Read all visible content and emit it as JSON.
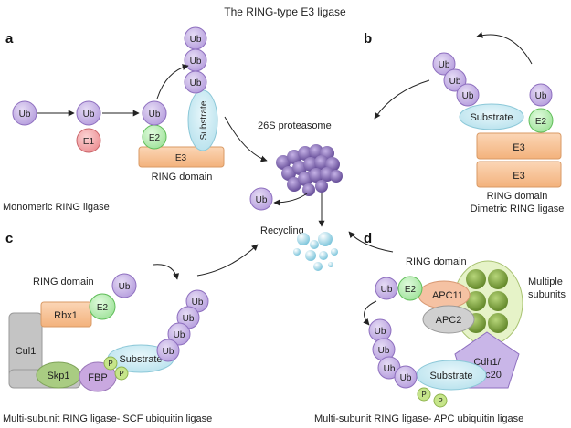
{
  "title": "The RING-type E3 ligase",
  "panels": {
    "a": {
      "letter": "a",
      "caption": "Monomeric RING ligase",
      "ub": "Ub",
      "e1": "E1",
      "e2": "E2",
      "e3": "E3",
      "substrate": "Substrate",
      "ring_domain": "RING domain"
    },
    "b": {
      "letter": "b",
      "caption_line1": "RING domain",
      "caption_line2": "Dimetric RING ligase",
      "ub": "Ub",
      "e2": "E2",
      "e3": "E3",
      "substrate": "Substrate"
    },
    "c": {
      "letter": "c",
      "caption": "Multi-subunit RING ligase- SCF ubiquitin ligase",
      "ring_domain": "RING domain",
      "rbx1": "Rbx1",
      "e2": "E2",
      "cul1": "Cul1",
      "skp1": "Skp1",
      "fbp": "FBP",
      "p": "P",
      "substrate": "Substrate",
      "ub": "Ub"
    },
    "d": {
      "letter": "d",
      "caption": "Multi-subunit RING ligase- APC ubiquitin ligase",
      "ring_domain": "RING domain",
      "ub": "Ub",
      "e2": "E2",
      "apc11": "APC11",
      "apc2": "APC2",
      "multiple_subunits_line1": "Multiple",
      "multiple_subunits_line2": "subunits",
      "cdh1_line1": "Cdh1/",
      "cdh1_line2": "Cdc20",
      "substrate": "Substrate",
      "p": "P"
    },
    "center": {
      "proteasome": "26S proteasome",
      "recycling": "Recycling",
      "ub": "Ub"
    }
  },
  "colors": {
    "ub_fill": "#cbb8e6",
    "ub_stroke": "#8e6fbf",
    "e1_fill": "#f2a3a6",
    "e2_fill": "#b6efb2",
    "e3_fill": "#f7c49a",
    "substrate_fill": "#c9eaf3",
    "cul1_fill": "#c4c4c4",
    "skp1_fill": "#a9cc82",
    "fbp_fill": "#c9a8e0",
    "p_fill": "#c6e58a",
    "apc11_fill": "#f5c2a3",
    "apc2_fill": "#d0d0d0",
    "multi_fill": "#e6f3c8",
    "subunit_fill": "#7ea23c",
    "cdh1_fill": "#c9b6e8",
    "proteasome_fill": "#8a6fb8"
  }
}
